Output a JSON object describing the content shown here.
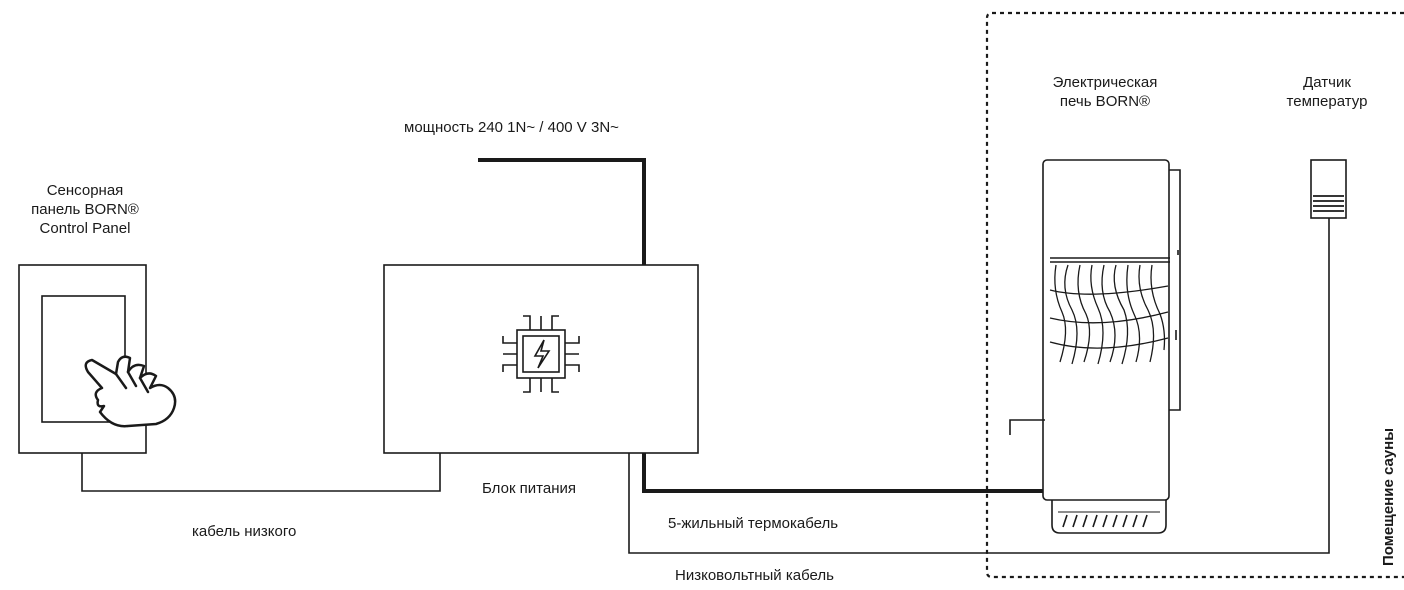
{
  "labels": {
    "touch_panel": [
      "Сенсорная",
      "панель BORN®",
      "Control Panel"
    ],
    "power": "мощность 240 1N~ / 400 V 3N~",
    "power_unit": "Блок питания",
    "heater": [
      "Электрическая",
      "печь BORN®"
    ],
    "sensor": [
      "Датчик",
      "температур"
    ],
    "low_cable": "кабель низкого",
    "thermo_cable": "5-жильный термокабель",
    "low_voltage_cable": "Низковольтный кабель",
    "sauna_room": "Помещение сауны"
  },
  "icons": {
    "hand": "hand-touch-icon",
    "chip": "chip-lightning-icon",
    "heater": "sauna-heater-icon",
    "sensor": "temperature-sensor-icon"
  }
}
